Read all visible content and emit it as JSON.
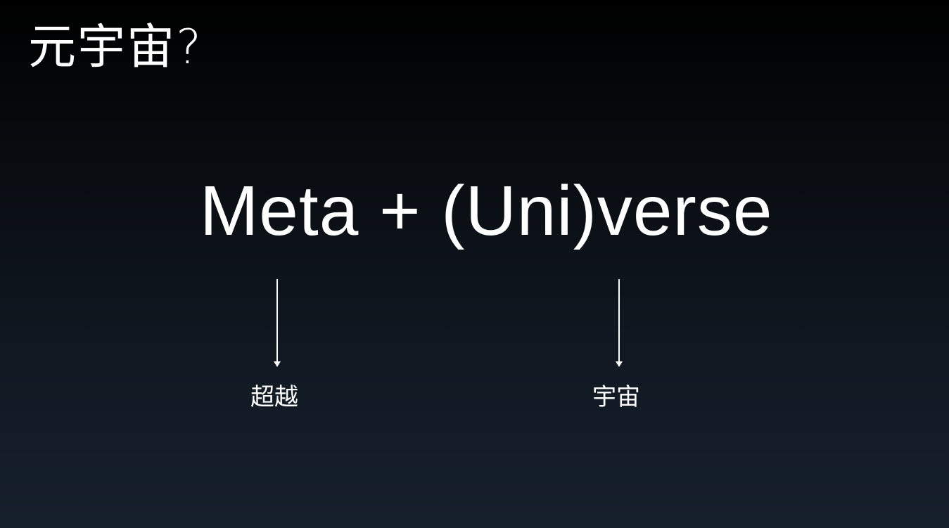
{
  "slide": {
    "title": "元宇宙?",
    "formula": "Meta + (Uni)verse",
    "labels": [
      {
        "text": "超越"
      },
      {
        "text": "宇宙"
      }
    ]
  }
}
